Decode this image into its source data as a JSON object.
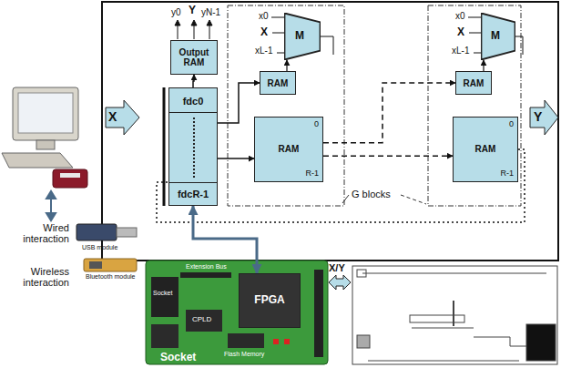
{
  "diagram": {
    "nodes": [
      {
        "text": [
          "Output RAM"
        ]
      },
      {
        "text": [
          "fdc0",
          "fdcR-1"
        ]
      },
      {
        "text": [
          "M"
        ]
      },
      {
        "text": [
          "RAM"
        ]
      },
      {
        "text": [
          "RAM",
          "0",
          "R-1"
        ]
      },
      {
        "text": [
          "M"
        ]
      },
      {
        "text": [
          "RAM"
        ]
      },
      {
        "text": [
          "RAM",
          "0",
          "R-1"
        ]
      },
      {
        "text": [
          "FPGA"
        ]
      }
    ],
    "edges": [
      {
        "from": 1,
        "to": 0,
        "arrow": "to"
      },
      {
        "from": 1,
        "to": 3,
        "arrow": "to"
      },
      {
        "from": 1,
        "to": 4,
        "arrow": "to"
      },
      {
        "from": 3,
        "to": 2,
        "arrow": "to"
      },
      {
        "from": 4,
        "to": 6,
        "arrow": "to"
      },
      {
        "from": 4,
        "to": 7,
        "arrow": "to"
      },
      {
        "from": 6,
        "to": 5,
        "arrow": "to"
      },
      {
        "from": 7,
        "to": 1,
        "arrow": "none"
      },
      {
        "from": 8,
        "to": 1,
        "arrow": "both"
      }
    ],
    "labels": [
      "X",
      "Y",
      "y0",
      "Y",
      "yN-1",
      "x0",
      "X",
      "xL-1",
      "x0",
      "X",
      "xL-1",
      "G blocks",
      "Wired interaction",
      "USB module",
      "Wireless interaction",
      "Bluetooth module",
      "Extension Bus",
      "Socket",
      "CPLD",
      "Flash Memory",
      "Socket",
      "X/Y"
    ]
  }
}
